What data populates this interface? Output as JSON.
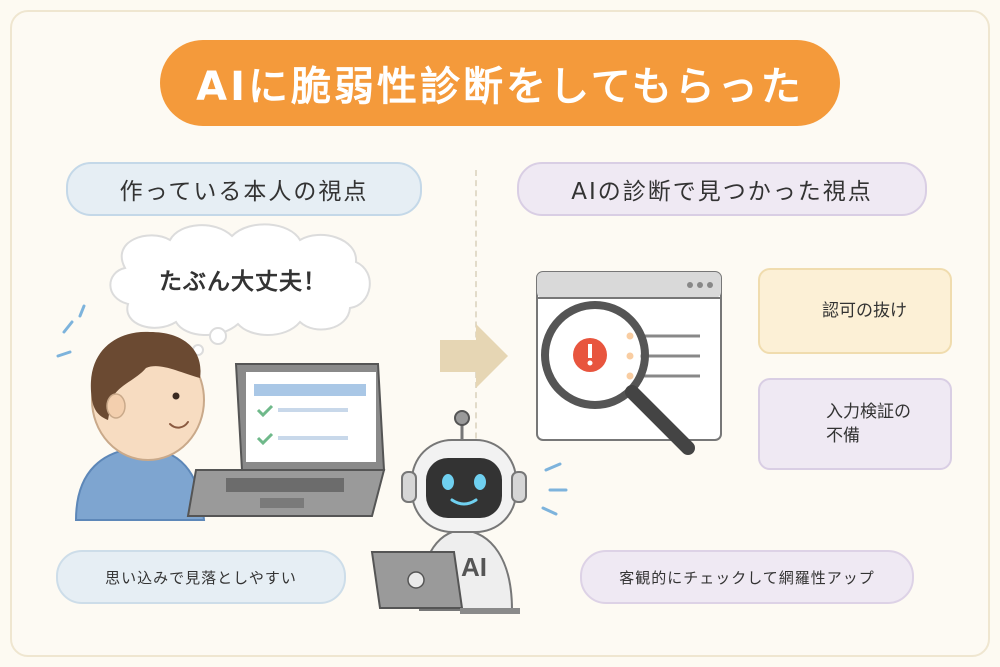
{
  "title": "AIに脆弱性診断をしてもらった",
  "left": {
    "heading": "作っている本人の視点",
    "thought": "たぶん大丈夫！",
    "note": "思い込みで見落としやすい"
  },
  "right": {
    "heading": "AIの診断で見つかった視点",
    "robot_label": "AI",
    "findings": [
      {
        "icon": "lock-icon",
        "lines": [
          "認可の抜け"
        ]
      },
      {
        "icon": "code-icon",
        "lines": [
          "入力検証の",
          "不備"
        ]
      }
    ],
    "note": "客観的にチェックして網羅性アップ"
  },
  "colors": {
    "title_bg": "#f49a3b",
    "left_accent": "#e6eef4",
    "right_accent": "#efe9f3",
    "warning_red": "#e8553e",
    "arrow": "#e6d6b4"
  }
}
